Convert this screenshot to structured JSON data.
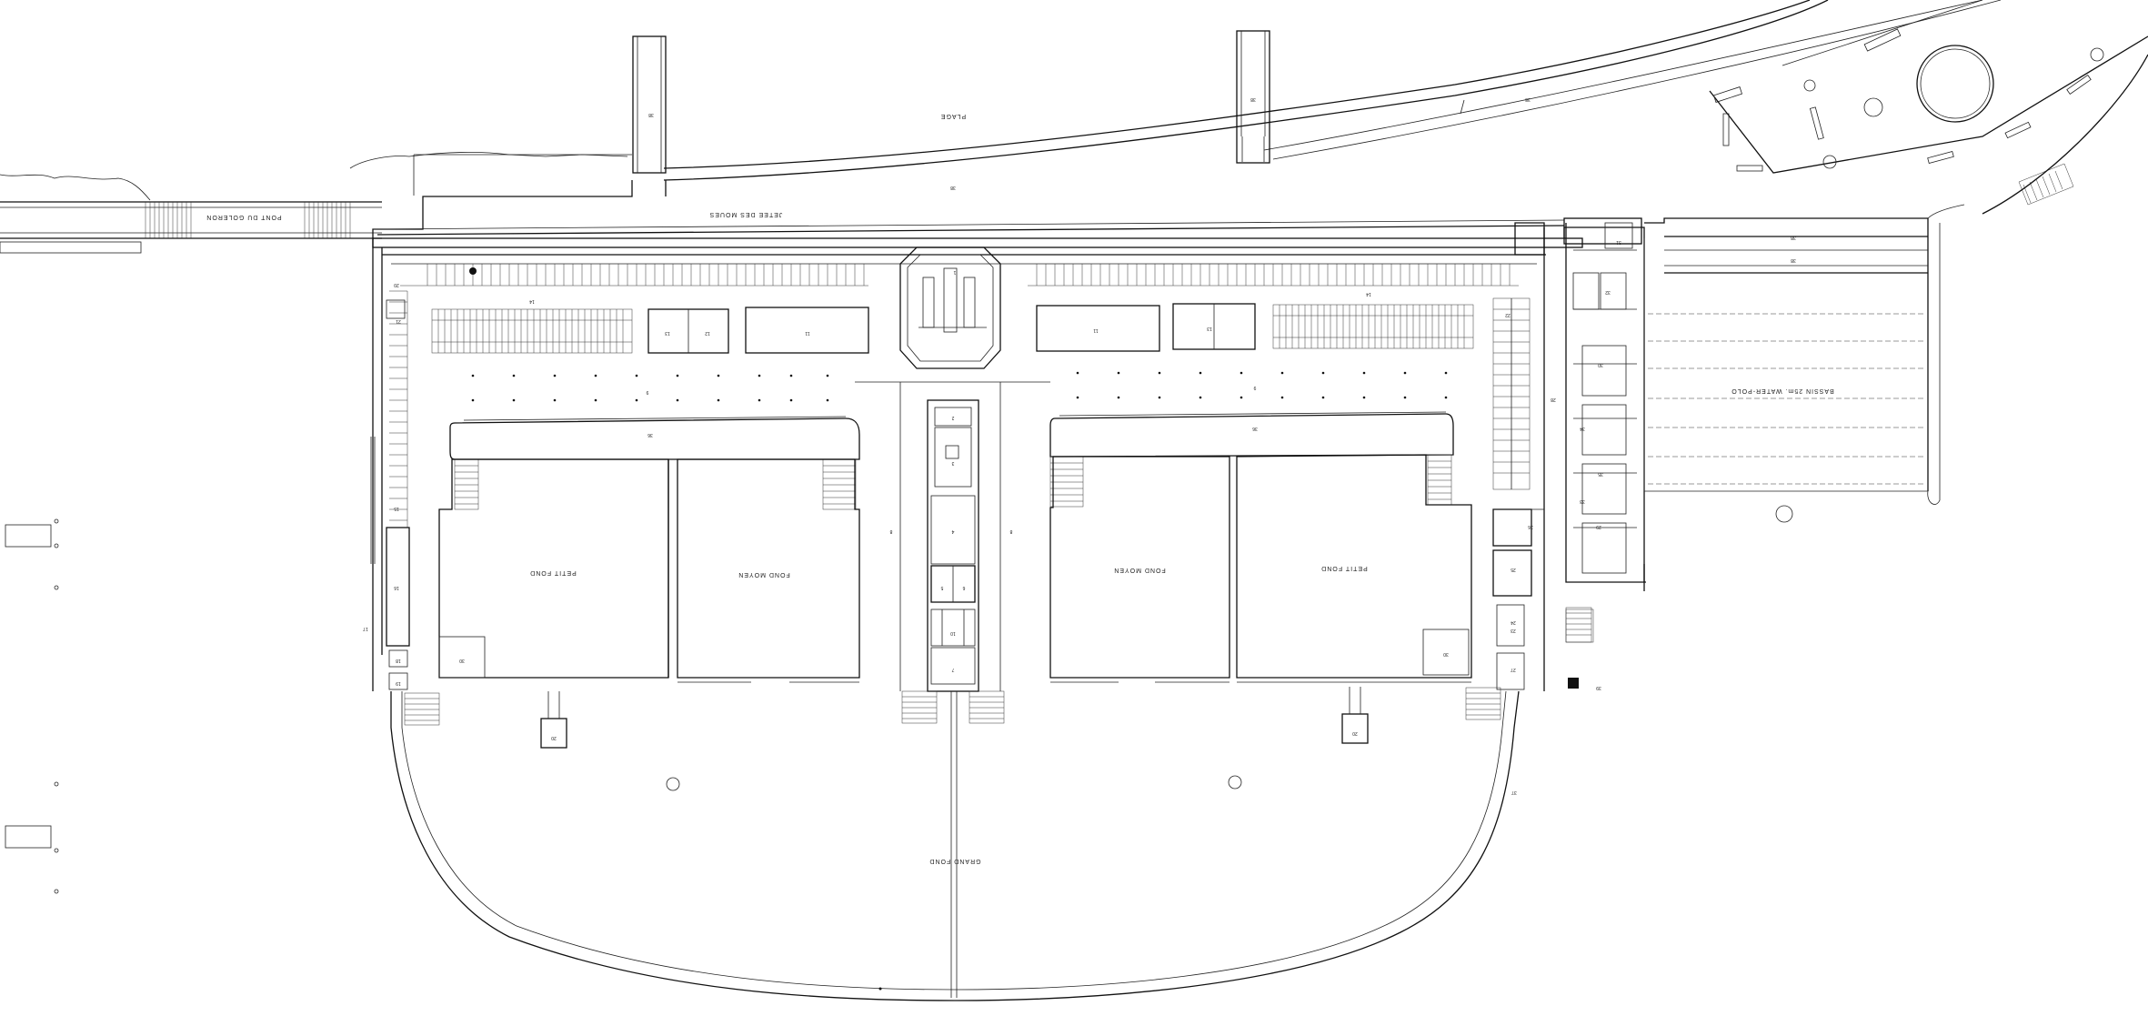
{
  "labels": {
    "plage": "PLAGE",
    "jetee": "JETEE DES MOUES",
    "pont": "PONT DU GOLERON",
    "grand_fond": "GRAND FOND",
    "fond_moyen": "FOND MOYEN",
    "petit_fond": "PETIT FOND",
    "bassin": "BASSIN 25m. WATER-POLO"
  },
  "numbers": {
    "n18": "18",
    "n19": "19",
    "n20": "20",
    "n21": "21",
    "n23": "23",
    "n24": "24",
    "n25": "25",
    "n26": "26",
    "n27": "27",
    "n28": "28",
    "n29": "29",
    "n30": "30",
    "n31": "31",
    "n32": "32",
    "n33": "33",
    "n34": "34",
    "n35": "35",
    "n36": "36",
    "n37": "37",
    "n38": "38",
    "n39": "39",
    "n1": "1",
    "n2": "2",
    "n3": "3",
    "n4": "4",
    "n5": "5",
    "n6": "6",
    "n7": "7",
    "n8": "8",
    "n9": "9",
    "n10": "10",
    "n11": "11",
    "n12": "12",
    "n13": "13",
    "n14": "14",
    "n15": "15",
    "n16": "16",
    "n17": "17",
    "n22": "22"
  }
}
